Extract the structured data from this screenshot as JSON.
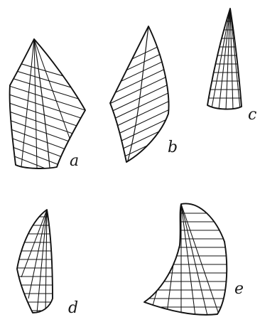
{
  "figure": {
    "panels": [
      {
        "id": "a",
        "label": "a"
      },
      {
        "id": "b",
        "label": "b"
      },
      {
        "id": "c",
        "label": "c"
      },
      {
        "id": "d",
        "label": "d"
      },
      {
        "id": "e",
        "label": "e"
      }
    ]
  }
}
